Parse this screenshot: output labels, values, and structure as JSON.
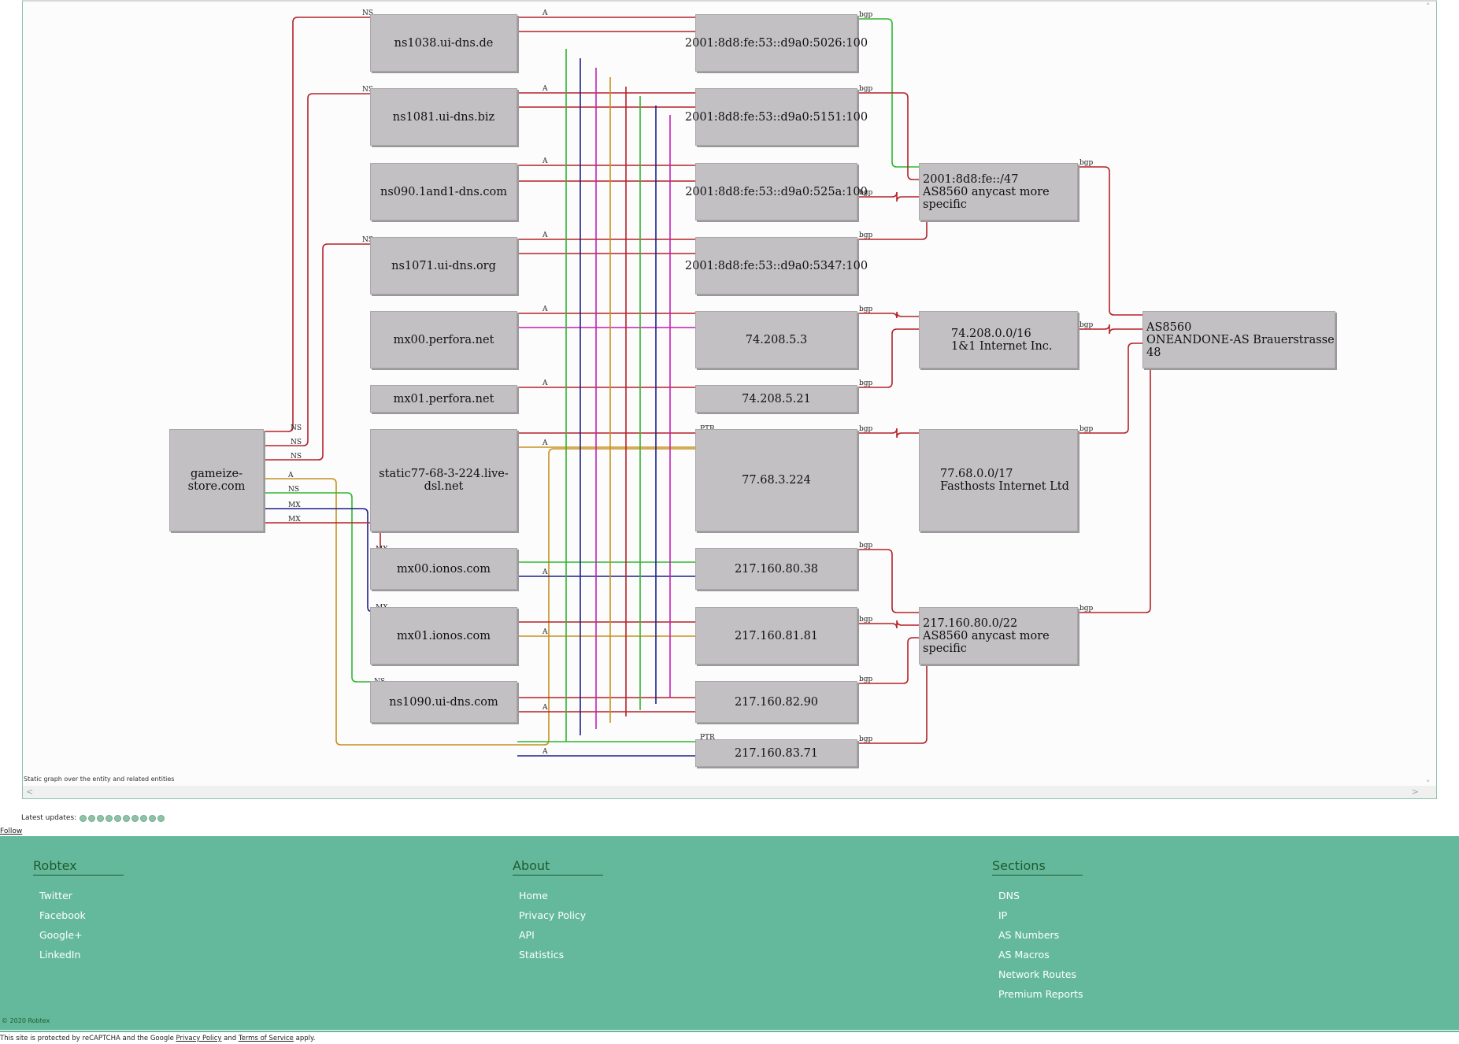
{
  "graph": {
    "caption": "Static graph over the entity and related entities",
    "nodes": {
      "ns1038": "ns1038.ui-dns.de",
      "ns1081": "ns1081.ui-dns.biz",
      "ns090": "ns090.1and1-dns.com",
      "ns1071": "ns1071.ui-dns.org",
      "mx00perfora": "mx00.perfora.net",
      "mx01perfora": "mx01.perfora.net",
      "static77": "static77-68-3-224.live-dsl.net",
      "mx00ionos": "mx00.ionos.com",
      "mx01ionos": "mx01.ionos.com",
      "ns1090": "ns1090.ui-dns.com",
      "domain": "gameize-store.com",
      "ip5026": "2001:8d8:fe:53::d9a0:5026:100",
      "ip5151": "2001:8d8:fe:53::d9a0:5151:100",
      "ip525a": "2001:8d8:fe:53::d9a0:525a:100",
      "ip5347": "2001:8d8:fe:53::d9a0:5347:100",
      "ip74_3": "74.208.5.3",
      "ip74_21": "74.208.5.21",
      "ip77": "77.68.3.224",
      "ip217_38": "217.160.80.38",
      "ip217_81": "217.160.81.81",
      "ip217_90": "217.160.82.90",
      "ip217_71": "217.160.83.71",
      "pfx_v6_l1": "2001:8d8:fe::/47",
      "pfx_v6_l2": "AS8560 anycast more specific",
      "pfx_74_l1": "74.208.0.0/16",
      "pfx_74_l2": "1&1 Internet Inc.",
      "pfx_77_l1": "77.68.0.0/17",
      "pfx_77_l2": "Fasthosts Internet Ltd",
      "pfx_217_l1": "217.160.80.0/22",
      "pfx_217_l2": "AS8560 anycast more specific",
      "as_l1": "AS8560",
      "as_l2": "ONEANDONE-AS Brauerstrasse 48"
    },
    "edge_labels": [
      "NS",
      "A",
      "PTR",
      "MX",
      "bgp"
    ],
    "colors": {
      "red": "#b5222b",
      "green": "#2fb62f",
      "navy": "#1f1f8c",
      "magenta": "#c21fb5",
      "orange": "#c8901f"
    }
  },
  "updates": {
    "label": "Latest updates:",
    "count": 10
  },
  "follow": "Follow",
  "footer": {
    "robtex": {
      "title": "Robtex",
      "items": [
        "Twitter",
        "Facebook",
        "Google+",
        "LinkedIn"
      ]
    },
    "about": {
      "title": "About",
      "items": [
        "Home",
        "Privacy Policy",
        "API",
        "Statistics"
      ]
    },
    "sections": {
      "title": "Sections",
      "items": [
        "DNS",
        "IP",
        "AS Numbers",
        "AS Macros",
        "Network Routes",
        "Premium Reports"
      ]
    },
    "copyright": "© 2020 Robtex"
  },
  "recaptcha": {
    "prefix": "This site is protected by reCAPTCHA and the Google ",
    "privacy": "Privacy Policy",
    "and": " and ",
    "terms": "Terms of Service",
    "suffix": " apply."
  }
}
